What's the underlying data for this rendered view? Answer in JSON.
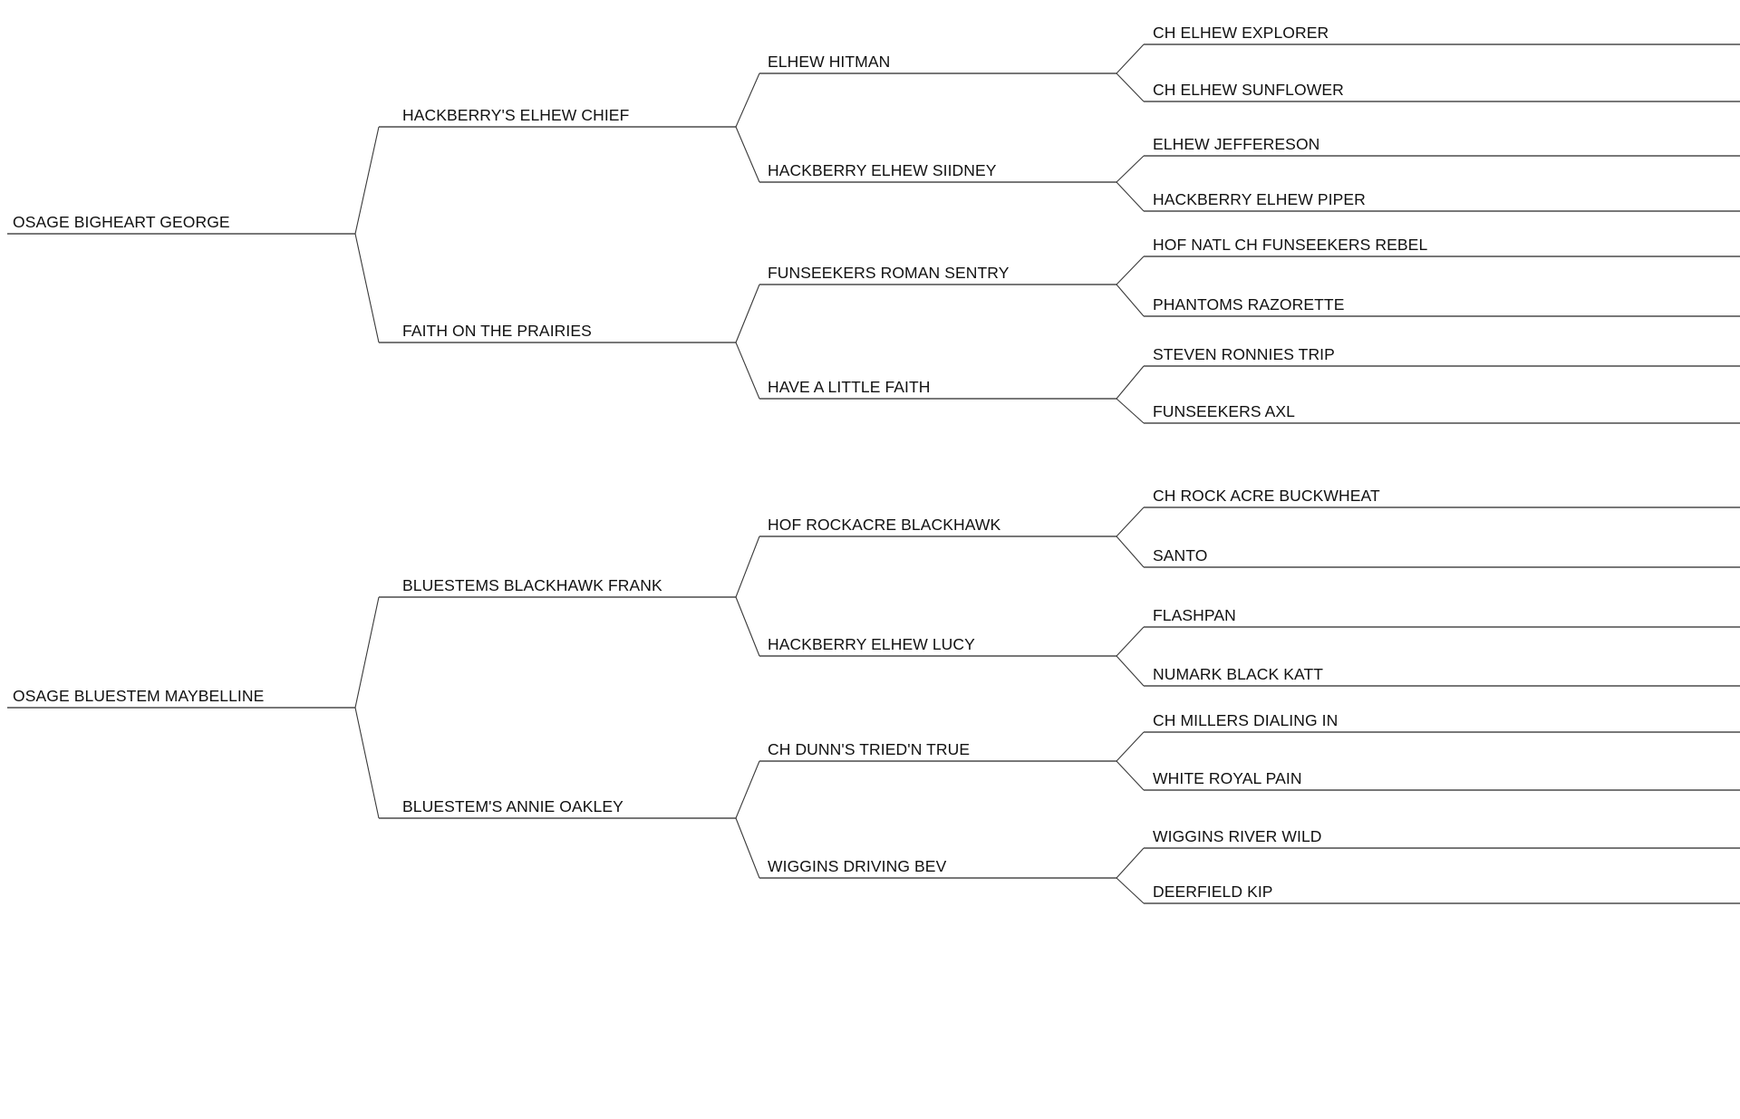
{
  "document": {
    "type": "pedigree-chart",
    "orientation": "left-to-right",
    "generations": 4,
    "line_color": "#4b4b4b",
    "text_color": "#111111",
    "background_color": "#ffffff"
  },
  "trees": [
    {
      "id": "tree-top",
      "root": "OSAGE BIGHEART GEORGE",
      "gen1": [
        "HACKBERRY'S ELHEW CHIEF",
        "FAITH ON THE PRAIRIES"
      ],
      "gen2": [
        "ELHEW HITMAN",
        "HACKBERRY ELHEW SIIDNEY",
        "FUNSEEKERS ROMAN SENTRY",
        "HAVE A LITTLE FAITH"
      ],
      "gen3": [
        "CH ELHEW EXPLORER",
        "CH ELHEW SUNFLOWER",
        "ELHEW JEFFERESON",
        "HACKBERRY ELHEW PIPER",
        "HOF NATL CH FUNSEEKERS REBEL",
        "PHANTOMS RAZORETTE",
        "STEVEN RONNIES TRIP",
        "FUNSEEKERS AXL"
      ]
    },
    {
      "id": "tree-bottom",
      "root": "OSAGE BLUESTEM MAYBELLINE",
      "gen1": [
        "BLUESTEMS BLACKHAWK FRANK",
        "BLUESTEM'S ANNIE OAKLEY"
      ],
      "gen2": [
        "HOF ROCKACRE BLACKHAWK",
        "HACKBERRY ELHEW LUCY",
        "CH DUNN'S TRIED'N TRUE",
        "WIGGINS DRIVING BEV"
      ],
      "gen3": [
        "CH ROCK ACRE BUCKWHEAT",
        "SANTO",
        "FLASHPAN",
        "NUMARK BLACK KATT",
        "CH MILLERS DIALING IN",
        "WHITE ROYAL PAIN",
        "WIGGINS RIVER WILD",
        "DEERFIELD KIP"
      ]
    }
  ]
}
